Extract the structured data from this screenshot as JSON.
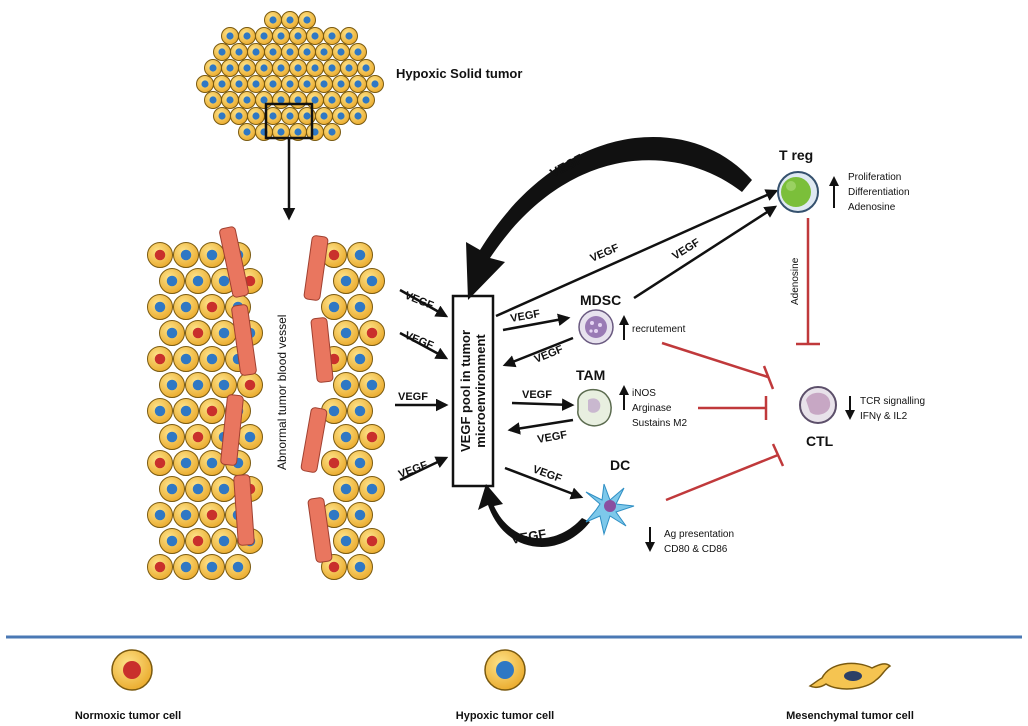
{
  "colors": {
    "hypoxic_fill": "#f5c451",
    "nucleus_blue": "#2f78c4",
    "nucleus_red": "#c9302c",
    "vessel_red": "#e9765f",
    "inhibit_red": "#c0393b",
    "treg_green": "#7bbf3a",
    "divider_blue": "#4a78b4",
    "dc_blue": "#7dc8ea"
  },
  "labels": {
    "hypoxic_tumor": "Hypoxic Solid tumor",
    "vessel": "Abnormal tumor blood vessel",
    "pool_line1": "VEGF pool in tumor",
    "pool_line2": "microenvironment",
    "vegf": "VEGF",
    "treg": "T reg",
    "treg_effects": [
      "Proliferation",
      "Differentiation",
      "Adenosine"
    ],
    "adenosine": "Adenosine",
    "mdsc": "MDSC",
    "mdsc_effect": "recrutement",
    "tam": "TAM",
    "tam_effects": [
      "iNOS",
      "Arginase",
      "Sustains M2"
    ],
    "dc": "DC",
    "dc_effects": [
      "Ag presentation",
      "CD80 & CD86"
    ],
    "ctl": "CTL",
    "ctl_effects": [
      "TCR signalling",
      "IFNγ & IL2"
    ]
  },
  "legend": [
    {
      "label": "Normoxic tumor cell",
      "icon": "normoxic-cell-icon"
    },
    {
      "label": "Hypoxic tumor cell",
      "icon": "hypoxic-cell-icon"
    },
    {
      "label": "Mesenchymal tumor cell",
      "icon": "mesenchymal-cell-icon"
    }
  ]
}
